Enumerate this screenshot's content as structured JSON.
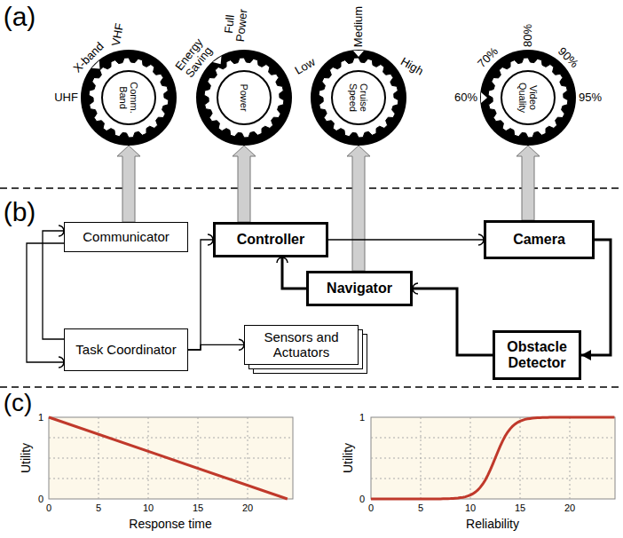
{
  "diagram": {
    "nodes": [
      {
        "text": [
          "Comm. Band"
        ]
      },
      {
        "text": [
          "Power"
        ]
      },
      {
        "text": [
          "Cruise Speed"
        ]
      },
      {
        "text": [
          "Video Quality"
        ]
      },
      {
        "text": [
          "Communicator"
        ]
      },
      {
        "text": [
          "Controller"
        ]
      },
      {
        "text": [
          "Camera"
        ]
      },
      {
        "text": [
          "Navigator"
        ]
      },
      {
        "text": [
          "Sensors and Actuators"
        ]
      },
      {
        "text": [
          "Task Coordinator"
        ]
      },
      {
        "text": [
          "Obstacle Detector"
        ]
      }
    ],
    "edges": [
      {
        "from": 4,
        "to": 0,
        "arrow": "to"
      },
      {
        "from": 5,
        "to": 1,
        "arrow": "to"
      },
      {
        "from": 7,
        "to": 2,
        "arrow": "to"
      },
      {
        "from": 6,
        "to": 3,
        "arrow": "to"
      },
      {
        "from": 9,
        "to": 4,
        "arrow": "to"
      },
      {
        "from": 4,
        "to": 9,
        "arrow": "to"
      },
      {
        "from": 9,
        "to": 5,
        "arrow": "to"
      },
      {
        "from": 9,
        "to": 8,
        "arrow": "to"
      },
      {
        "from": 5,
        "to": 6,
        "arrow": "to"
      },
      {
        "from": 6,
        "to": 10,
        "arrow": "to"
      },
      {
        "from": 10,
        "to": 7,
        "arrow": "to"
      },
      {
        "from": 7,
        "to": 5,
        "arrow": "to"
      }
    ],
    "labels": [
      "(a)",
      "UHF",
      "X-band",
      "VHF",
      "Energy Saving",
      "Full Power",
      "Low",
      "Medium",
      "High",
      "60%",
      "70%",
      "80%",
      "90%",
      "95%",
      "(b)",
      "(c)",
      "1",
      "0",
      "0",
      "5",
      "10",
      "15",
      "20",
      "Utility",
      "Response time",
      "1",
      "0",
      "0",
      "5",
      "10",
      "15",
      "20",
      "Utility",
      "Reliability"
    ]
  }
}
